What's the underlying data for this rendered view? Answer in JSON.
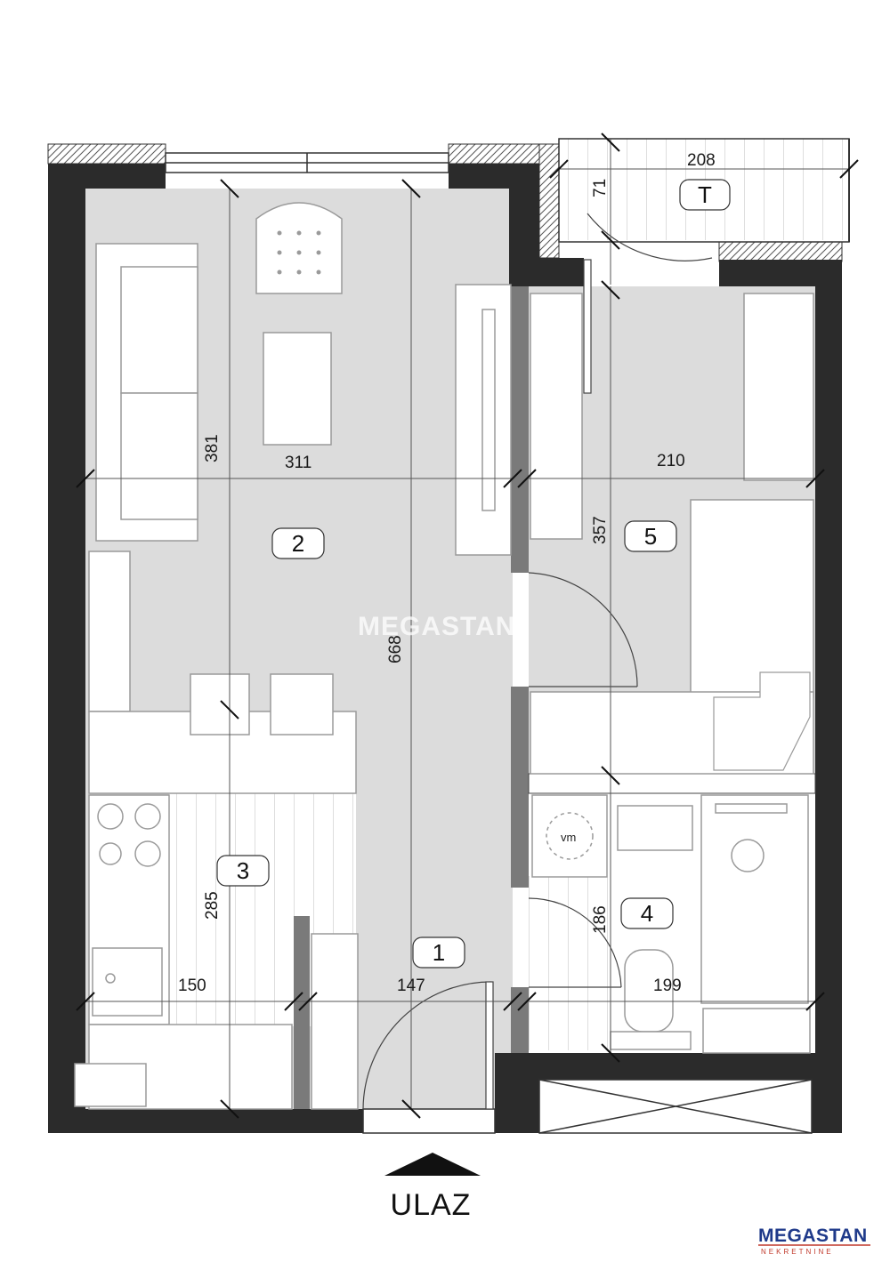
{
  "colors": {
    "wall": "#2b2b2b",
    "floor": "#dcdcdc",
    "wood_line": "#bdbdbd",
    "brand_blue": "#1f3a8a",
    "brand_red": "#c0392b"
  },
  "rooms": [
    {
      "number": "1"
    },
    {
      "number": "2"
    },
    {
      "number": "3"
    },
    {
      "number": "4"
    },
    {
      "number": "5"
    },
    {
      "number": "T"
    }
  ],
  "dimensions": {
    "d381": "381",
    "d311": "311",
    "d668": "668",
    "d210": "210",
    "d357": "357",
    "d208": "208",
    "d71": "71",
    "d285": "285",
    "d150": "150",
    "d147": "147",
    "d186": "186",
    "d199": "199"
  },
  "fixtures": {
    "washing_machine": "vm"
  },
  "entrance": {
    "label": "ULAZ"
  },
  "watermark": {
    "part1": "MEGA",
    "part2": "STAN"
  },
  "logo": {
    "part1": "MEGA",
    "part2": "STAN",
    "tagline": "NEKRETNINE"
  }
}
